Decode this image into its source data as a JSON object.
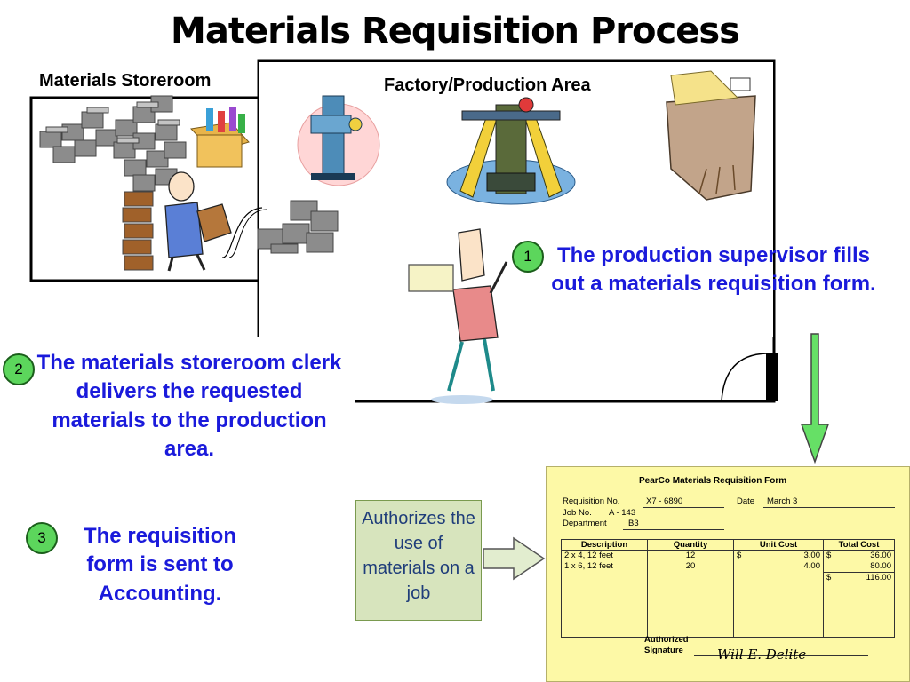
{
  "title": "Materials Requisition Process",
  "storeroom_label": "Materials Storeroom",
  "factory_label": "Factory/Production Area",
  "steps": [
    {
      "number": "1",
      "text": "The production supervisor fills out a materials requisition form."
    },
    {
      "number": "2",
      "text": "The materials storeroom clerk delivers the requested materials to the production area."
    },
    {
      "number": "3",
      "text": "The requisition form is sent to Accounting."
    }
  ],
  "note": "Authorizes the use of materials on a job",
  "form": {
    "title": "PearCo Materials Requisition Form",
    "requisition_no_label": "Requisition No.",
    "requisition_no": "X7 - 6890",
    "date_label": "Date",
    "date": "March 3",
    "job_no_label": "Job No.",
    "job_no": "A - 143",
    "department_label": "Department",
    "department": "B3",
    "columns": [
      "Description",
      "Quantity",
      "Unit Cost",
      "Total Cost"
    ],
    "rows": [
      {
        "description": "2 x 4, 12 feet",
        "quantity": "12",
        "unit_cost": "3.00",
        "total_cost": "36.00"
      },
      {
        "description": "1 x 6, 12 feet",
        "quantity": "20",
        "unit_cost": "4.00",
        "total_cost": "80.00"
      }
    ],
    "currency_symbol": "$",
    "total": "116.00",
    "authorized_label_1": "Authorized",
    "authorized_label_2": "Signature",
    "signature": "Will E. Delite"
  },
  "colors": {
    "step_text": "#1a1adb",
    "step_circle": "#5cd65c",
    "note_fill": "#d7e4bd",
    "form_fill": "#fdf9a6",
    "arrow_green": "#66e066"
  }
}
